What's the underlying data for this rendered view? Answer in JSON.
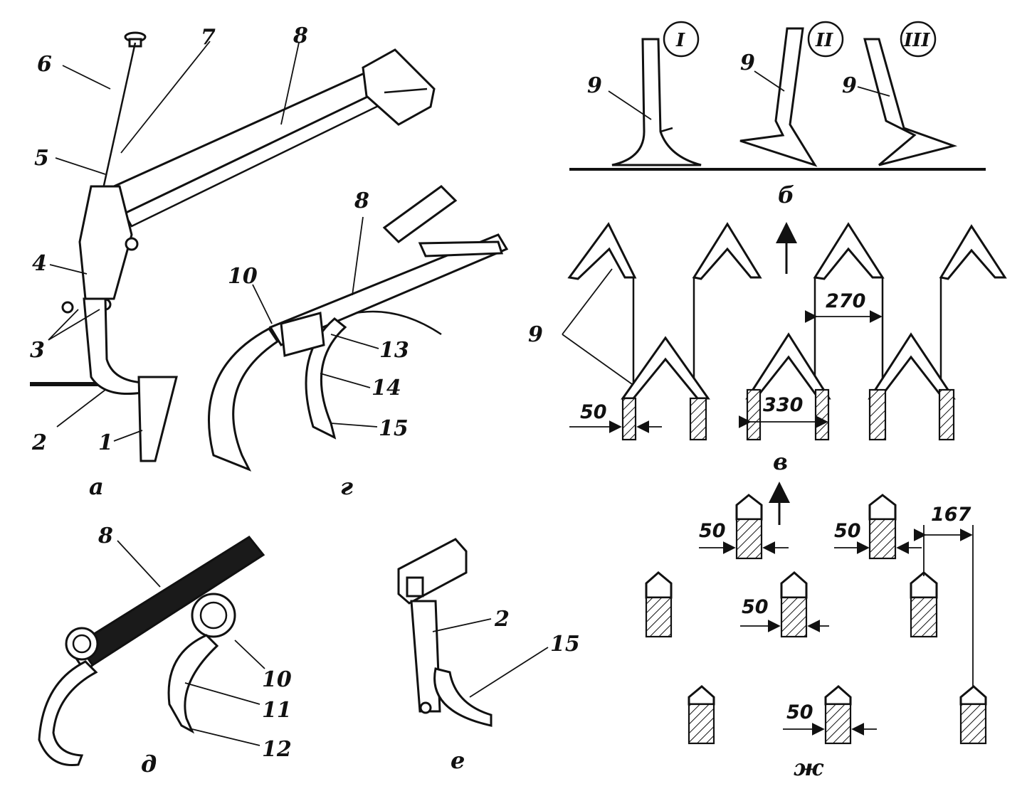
{
  "labels": {
    "n1": "1",
    "n2": "2",
    "n3": "3",
    "n4": "4",
    "n5": "5",
    "n6": "6",
    "n7": "7",
    "n8": "8",
    "n9": "9",
    "n10": "10",
    "n11": "11",
    "n12": "12",
    "n13": "13",
    "n14": "14",
    "n15": "15"
  },
  "captions": {
    "a": "а",
    "b": "б",
    "v": "в",
    "g": "г",
    "d": "д",
    "e": "е",
    "zh": "ж"
  },
  "roman": {
    "r1": "I",
    "r2": "II",
    "r3": "III"
  },
  "dimensions": {
    "d50": "50",
    "d270": "270",
    "d330": "330",
    "d167": "167"
  }
}
